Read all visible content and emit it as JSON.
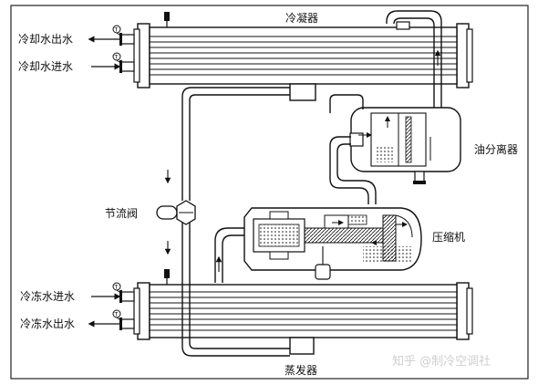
{
  "labels": {
    "condenser": "冷凝器",
    "cooling_water_out": "冷却水出水",
    "cooling_water_in": "冷却水进水",
    "oil_separator": "油分离器",
    "throttle_valve": "节流阀",
    "compressor": "压缩机",
    "chilled_water_in": "冷冻水进水",
    "chilled_water_out": "冷冻水出水",
    "evaporator": "蒸发器"
  },
  "gauge_symbol": "T",
  "watermark": "知乎 @制冷空调社",
  "colors": {
    "line": "#111111",
    "background": "#ffffff",
    "watermark": "#cfcfcf"
  }
}
